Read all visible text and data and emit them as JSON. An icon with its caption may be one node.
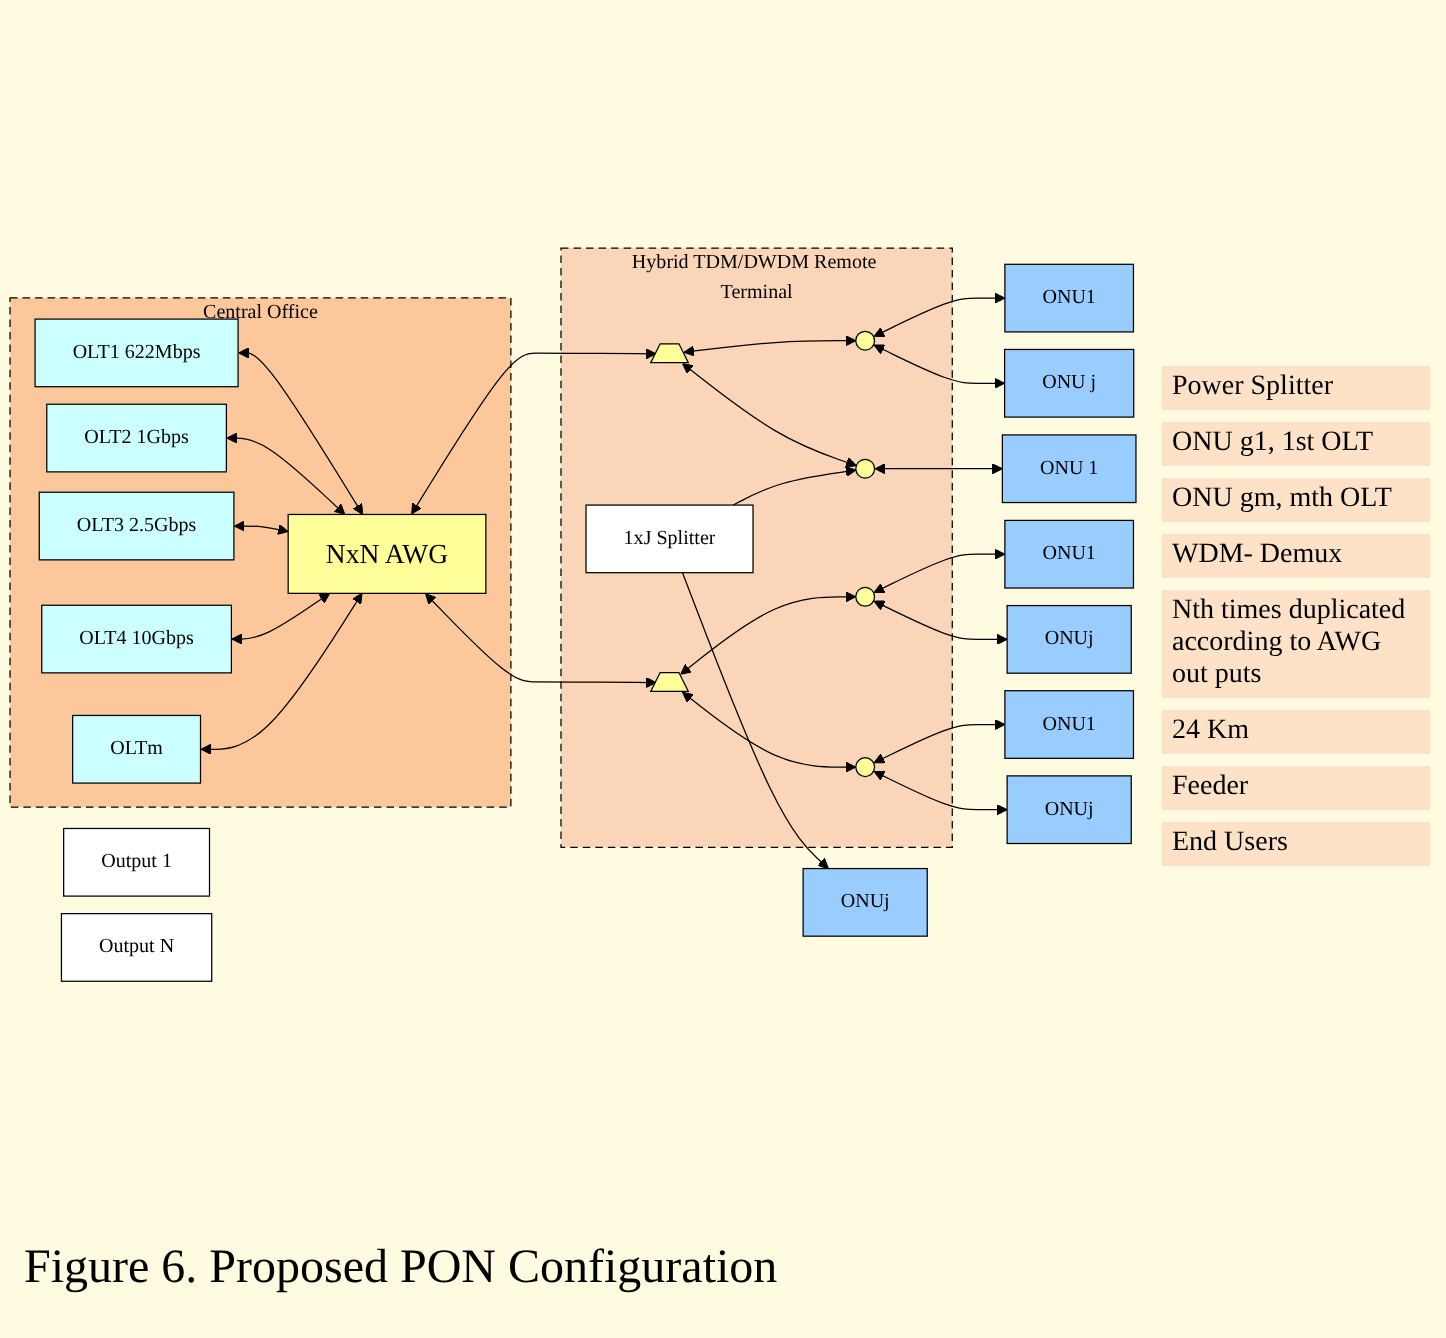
{
  "diagram": {
    "caption": "Figure 6. Proposed PON Configuration",
    "nodes": [
      {
        "text": [
          "Central Office"
        ]
      },
      {
        "text": [
          "OLT1 622Mbps"
        ],
        "in": 0
      },
      {
        "text": [
          "OLT2 1Gbps"
        ],
        "in": 0
      },
      {
        "text": [
          "OLT3 2.5Gbps"
        ],
        "in": 0
      },
      {
        "text": [
          "OLT4 10Gbps"
        ],
        "in": 0
      },
      {
        "text": [
          "OLTm"
        ],
        "in": 0
      },
      {
        "text": [
          "NxN AWG"
        ],
        "in": 0
      },
      {
        "text": [
          "Hybrid TDM/DWDM Remote Terminal"
        ]
      },
      {
        "text": [],
        "shape": "trapezoid",
        "in": 7
      },
      {
        "text": [],
        "shape": "circle",
        "in": 7
      },
      {
        "text": [],
        "shape": "circle",
        "in": 7
      },
      {
        "text": [
          "1xJ Splitter"
        ],
        "in": 7
      },
      {
        "text": [],
        "shape": "trapezoid",
        "in": 7
      },
      {
        "text": [],
        "shape": "circle",
        "in": 7
      },
      {
        "text": [],
        "shape": "circle",
        "in": 7
      },
      {
        "text": [
          "Output 1"
        ]
      },
      {
        "text": [
          "Output N"
        ]
      },
      {
        "text": [
          "ONU1"
        ]
      },
      {
        "text": [
          "ONU j"
        ]
      },
      {
        "text": [
          "ONU 1"
        ]
      },
      {
        "text": [
          "ONUj"
        ]
      },
      {
        "text": [
          "ONU1"
        ]
      },
      {
        "text": [
          "ONUj"
        ]
      },
      {
        "text": [
          "ONU1"
        ]
      },
      {
        "text": [
          "ONUj"
        ]
      }
    ],
    "edges": [
      {
        "from": 1,
        "to": 6,
        "arrow": "both"
      },
      {
        "from": 2,
        "to": 6,
        "arrow": "both"
      },
      {
        "from": 3,
        "to": 6,
        "arrow": "both"
      },
      {
        "from": 4,
        "to": 6,
        "arrow": "both"
      },
      {
        "from": 5,
        "to": 6,
        "arrow": "both"
      },
      {
        "from": 6,
        "to": 8,
        "arrow": "both"
      },
      {
        "from": 6,
        "to": 12,
        "arrow": "both"
      },
      {
        "from": 8,
        "to": 9,
        "arrow": "both"
      },
      {
        "from": 8,
        "to": 10,
        "arrow": "both"
      },
      {
        "from": 9,
        "to": 17,
        "arrow": "both"
      },
      {
        "from": 9,
        "to": 18,
        "arrow": "both"
      },
      {
        "from": 10,
        "to": 19,
        "arrow": "both"
      },
      {
        "from": 11,
        "to": 10,
        "arrow": "to"
      },
      {
        "from": 11,
        "to": 20,
        "arrow": "to"
      },
      {
        "from": 12,
        "to": 13,
        "arrow": "both"
      },
      {
        "from": 12,
        "to": 14,
        "arrow": "both"
      },
      {
        "from": 13,
        "to": 21,
        "arrow": "both"
      },
      {
        "from": 13,
        "to": 22,
        "arrow": "both"
      },
      {
        "from": 14,
        "to": 23,
        "arrow": "both"
      },
      {
        "from": 14,
        "to": 24,
        "arrow": "both"
      }
    ],
    "labels": [
      "Power Splitter",
      "ONU g1, 1st OLT",
      "ONU gm, mth OLT",
      "WDM- Demux",
      "Nth times duplicated according to AWG out puts",
      "24 Km",
      "Feeder",
      "End Users"
    ]
  }
}
